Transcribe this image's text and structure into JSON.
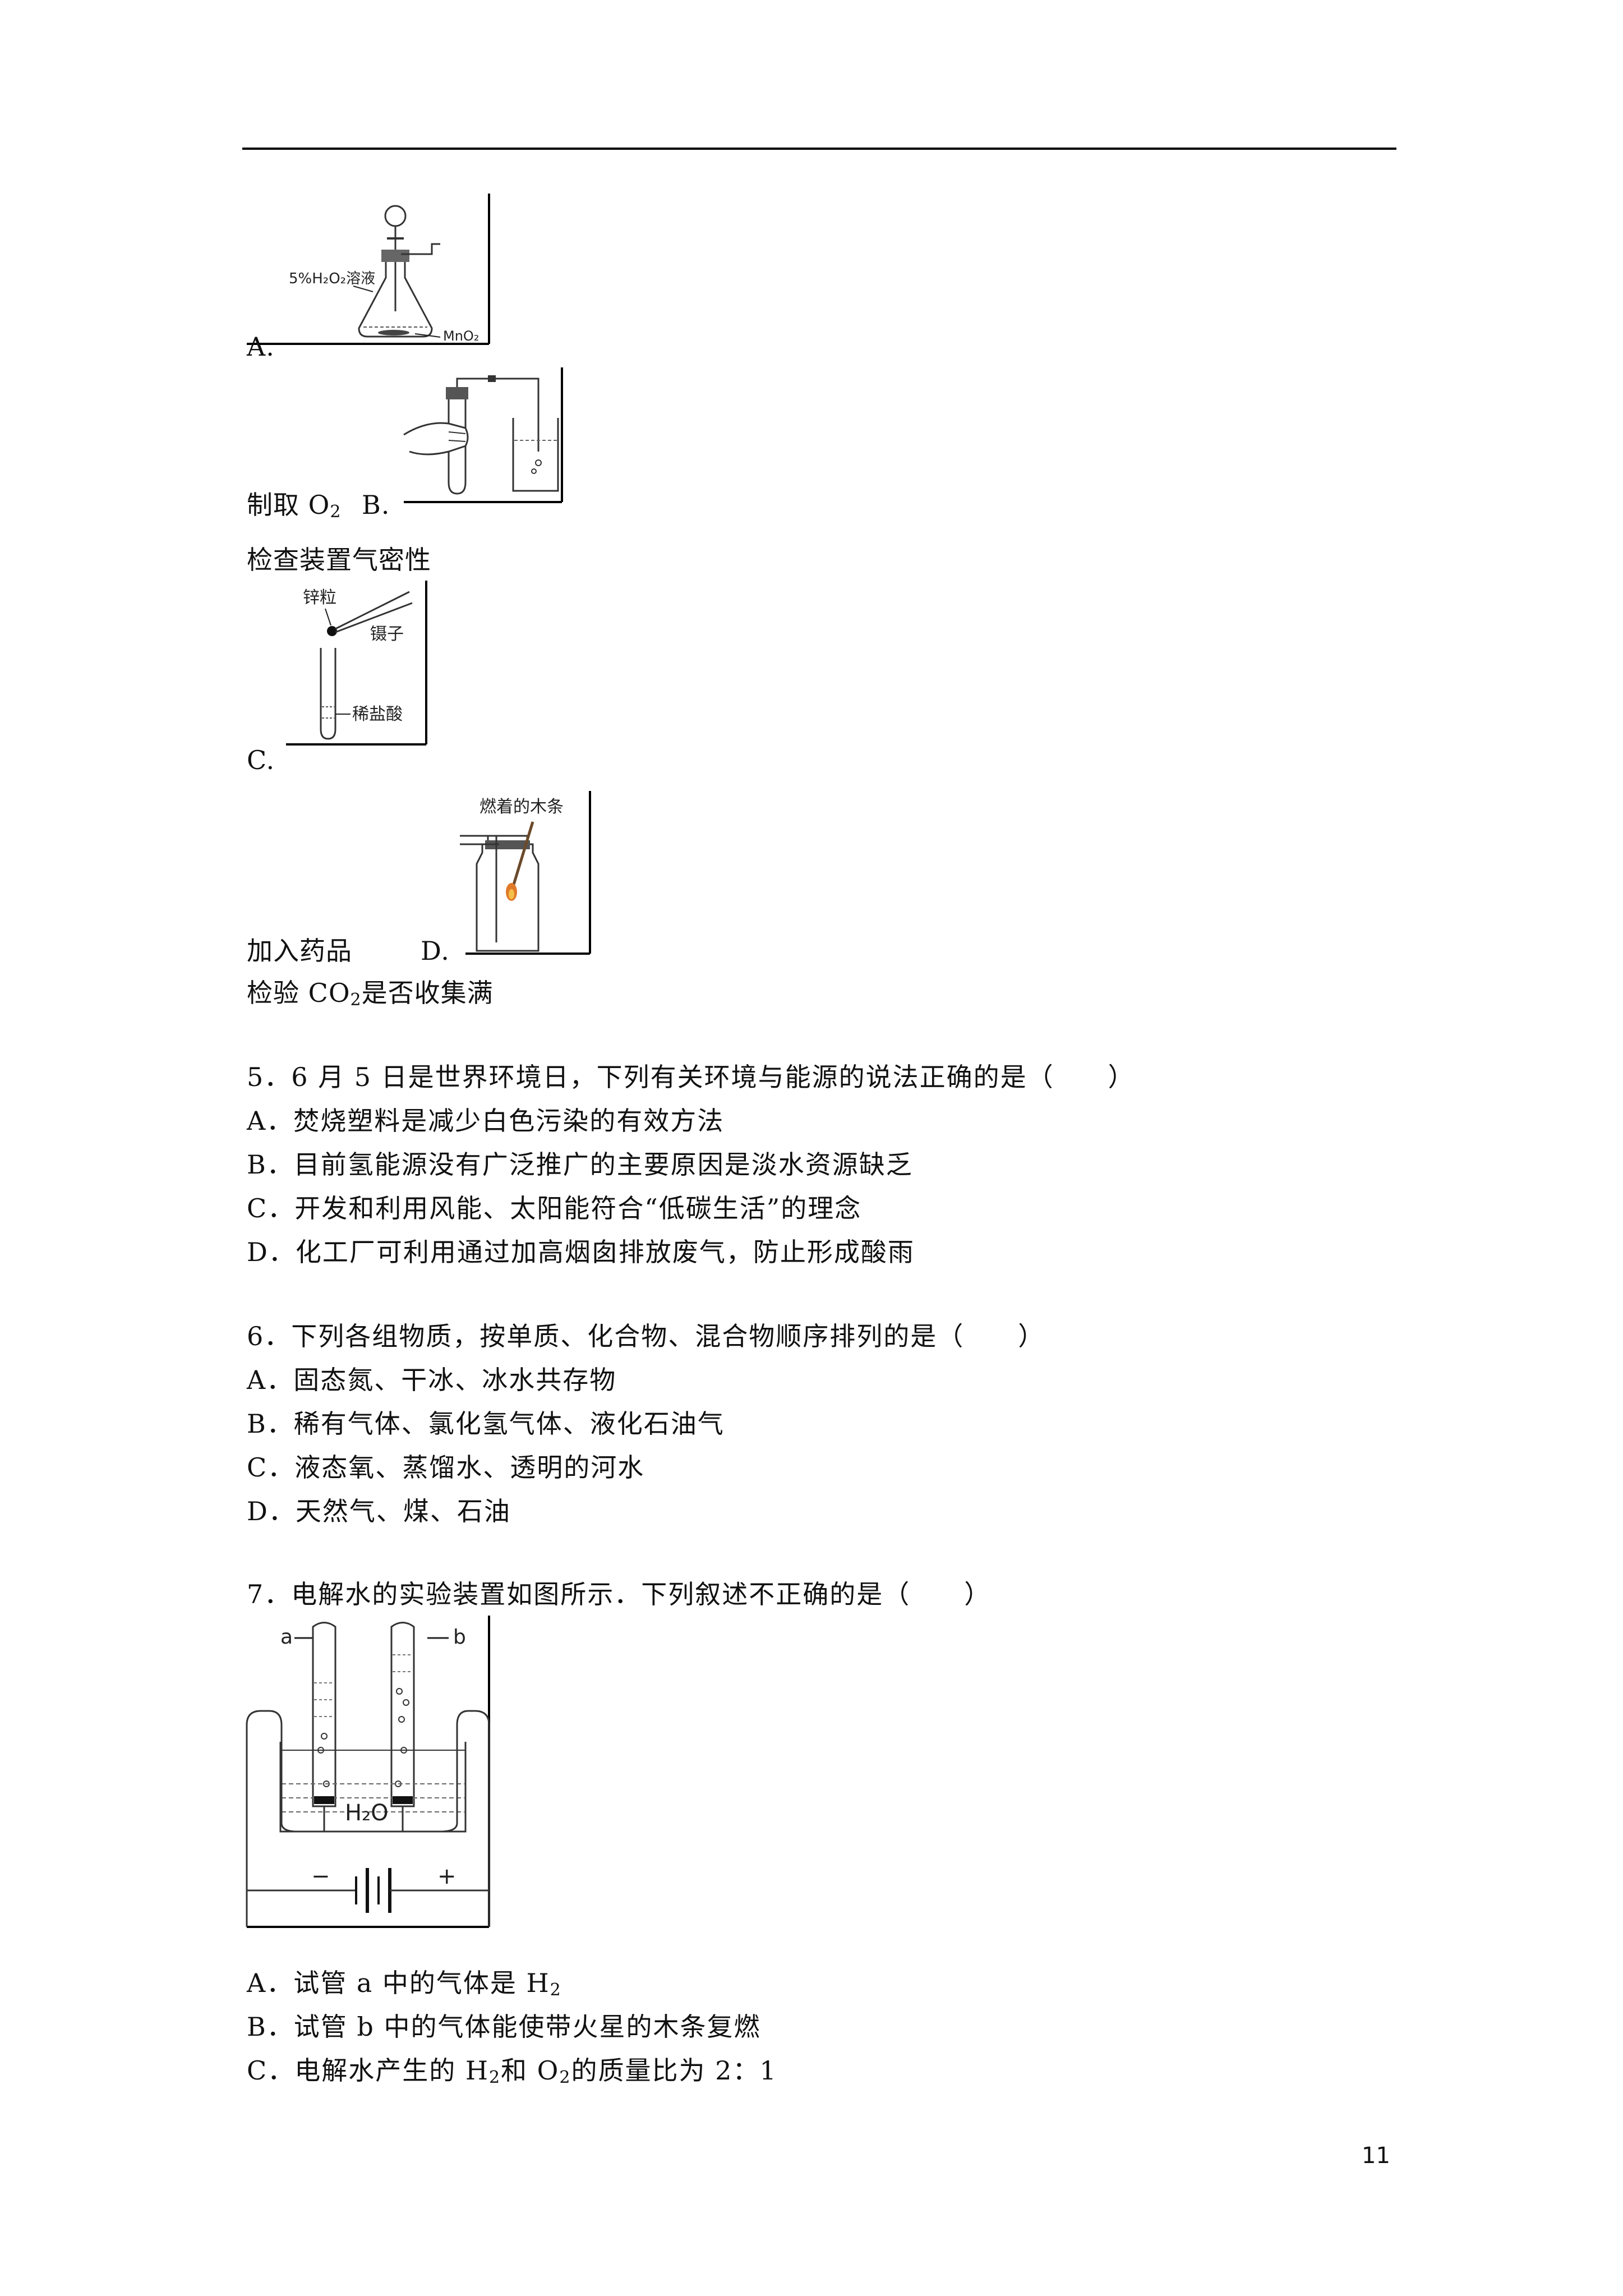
{
  "page_number": "11",
  "q4": {
    "a_letter": "A.",
    "a_fig": {
      "label_solution": "5%H₂O₂溶液",
      "label_catalyst": "MnO₂"
    },
    "a_caption": "制取 O",
    "a_caption_sub": "2",
    "b_letter": "B.",
    "b_caption": "检查装置气密性",
    "c_letter": "C.",
    "c_fig": {
      "label_zinc": "锌粒",
      "label_tweezers": "镊子",
      "label_acid": "稀盐酸"
    },
    "c_caption": "加入药品",
    "d_letter": "D.",
    "d_fig": {
      "label_stick": "燃着的木条"
    },
    "d_caption_pre": "检验 CO",
    "d_caption_sub": "2",
    "d_caption_post": "是否收集满"
  },
  "q5": {
    "stem": "5．6 月 5 日是世界环境日，下列有关环境与能源的说法正确的是（　　）",
    "options": [
      "A．焚烧塑料是减少白色污染的有效方法",
      "B．目前氢能源没有广泛推广的主要原因是淡水资源缺乏",
      "C．开发和利用风能、太阳能符合“低碳生活”的理念",
      "D．化工厂可利用通过加高烟囱排放废气，防止形成酸雨"
    ]
  },
  "q6": {
    "stem": "6．下列各组物质，按单质、化合物、混合物顺序排列的是（　　）",
    "options": [
      "A．固态氮、干冰、冰水共存物",
      "B．稀有气体、氯化氢气体、液化石油气",
      "C．液态氧、蒸馏水、透明的河水",
      "D．天然气、煤、石油"
    ]
  },
  "q7": {
    "stem": "7．电解水的实验装置如图所示．下列叙述不正确的是（　　）",
    "fig": {
      "label_a": "a",
      "label_b": "b",
      "label_water": "H₂O",
      "label_minus": "−",
      "label_plus": "+"
    },
    "opt_a_pre": "A．试管 a 中的气体是 H",
    "opt_a_sub": "2",
    "opt_b": "B．试管 b 中的气体能使带火星的木条复燃",
    "opt_c_pre": "C．电解水产生的 H",
    "opt_c_sub1": "2",
    "opt_c_mid": "和 O",
    "opt_c_sub2": "2",
    "opt_c_post": "的质量比为 2：1"
  }
}
